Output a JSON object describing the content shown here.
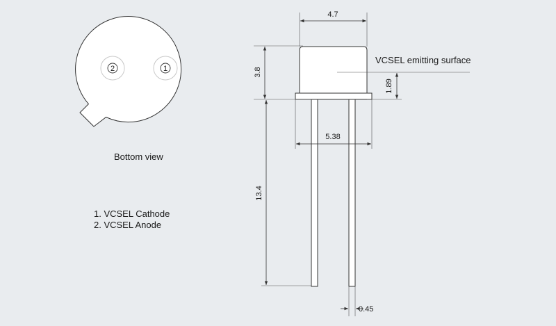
{
  "bottom_view": {
    "caption": "Bottom view",
    "pin_left_label": "2",
    "pin_right_label": "1"
  },
  "legend": {
    "items": [
      "1. VCSEL Cathode",
      "2. VCSEL Anode"
    ]
  },
  "side_view": {
    "emitting_surface_label": "VCSEL emitting surface",
    "dim_cap_width": "4.7",
    "dim_cap_height": "3.8",
    "dim_emitting_height": "1.89",
    "dim_pin_spacing": "5.38",
    "dim_lead_length": "13.4",
    "dim_pin_diameter": "0.45"
  },
  "colors": {
    "background": "#e9ecef",
    "part_fill": "#ffffff",
    "line": "#333333"
  }
}
